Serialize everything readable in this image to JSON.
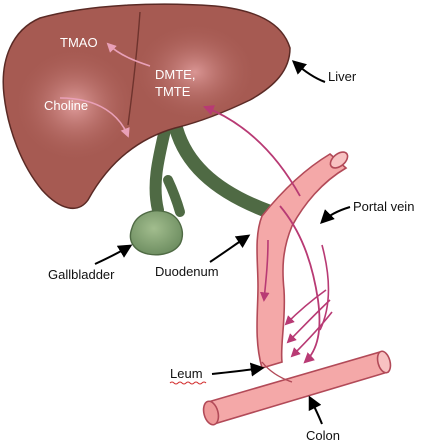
{
  "inside_liver_labels": {
    "tmao": "TMAO",
    "choline": "Choline",
    "dmte_line1": "DMTE,",
    "dmte_line2": "TMTE"
  },
  "callouts": {
    "liver": "Liver",
    "portal_vein": "Portal vein",
    "gallbladder": "Gallbladder",
    "duodenum": "Duodenum",
    "leum": "Leum",
    "colon": "Colon"
  },
  "colors": {
    "liver": "#a65a52",
    "liver_highlight": "#e6a4a4",
    "gallbladder": "#7a9a6a",
    "bile_duct": "#4f6a44",
    "intestine": "#f4a8a8",
    "intestine_outline": "#b24a58",
    "pathway_arrow": "#b83a74",
    "pointer_arrow": "#000000"
  },
  "icons": {
    "pointer": "arrow-pointer-icon",
    "pathway": "pathway-arrow-icon"
  }
}
